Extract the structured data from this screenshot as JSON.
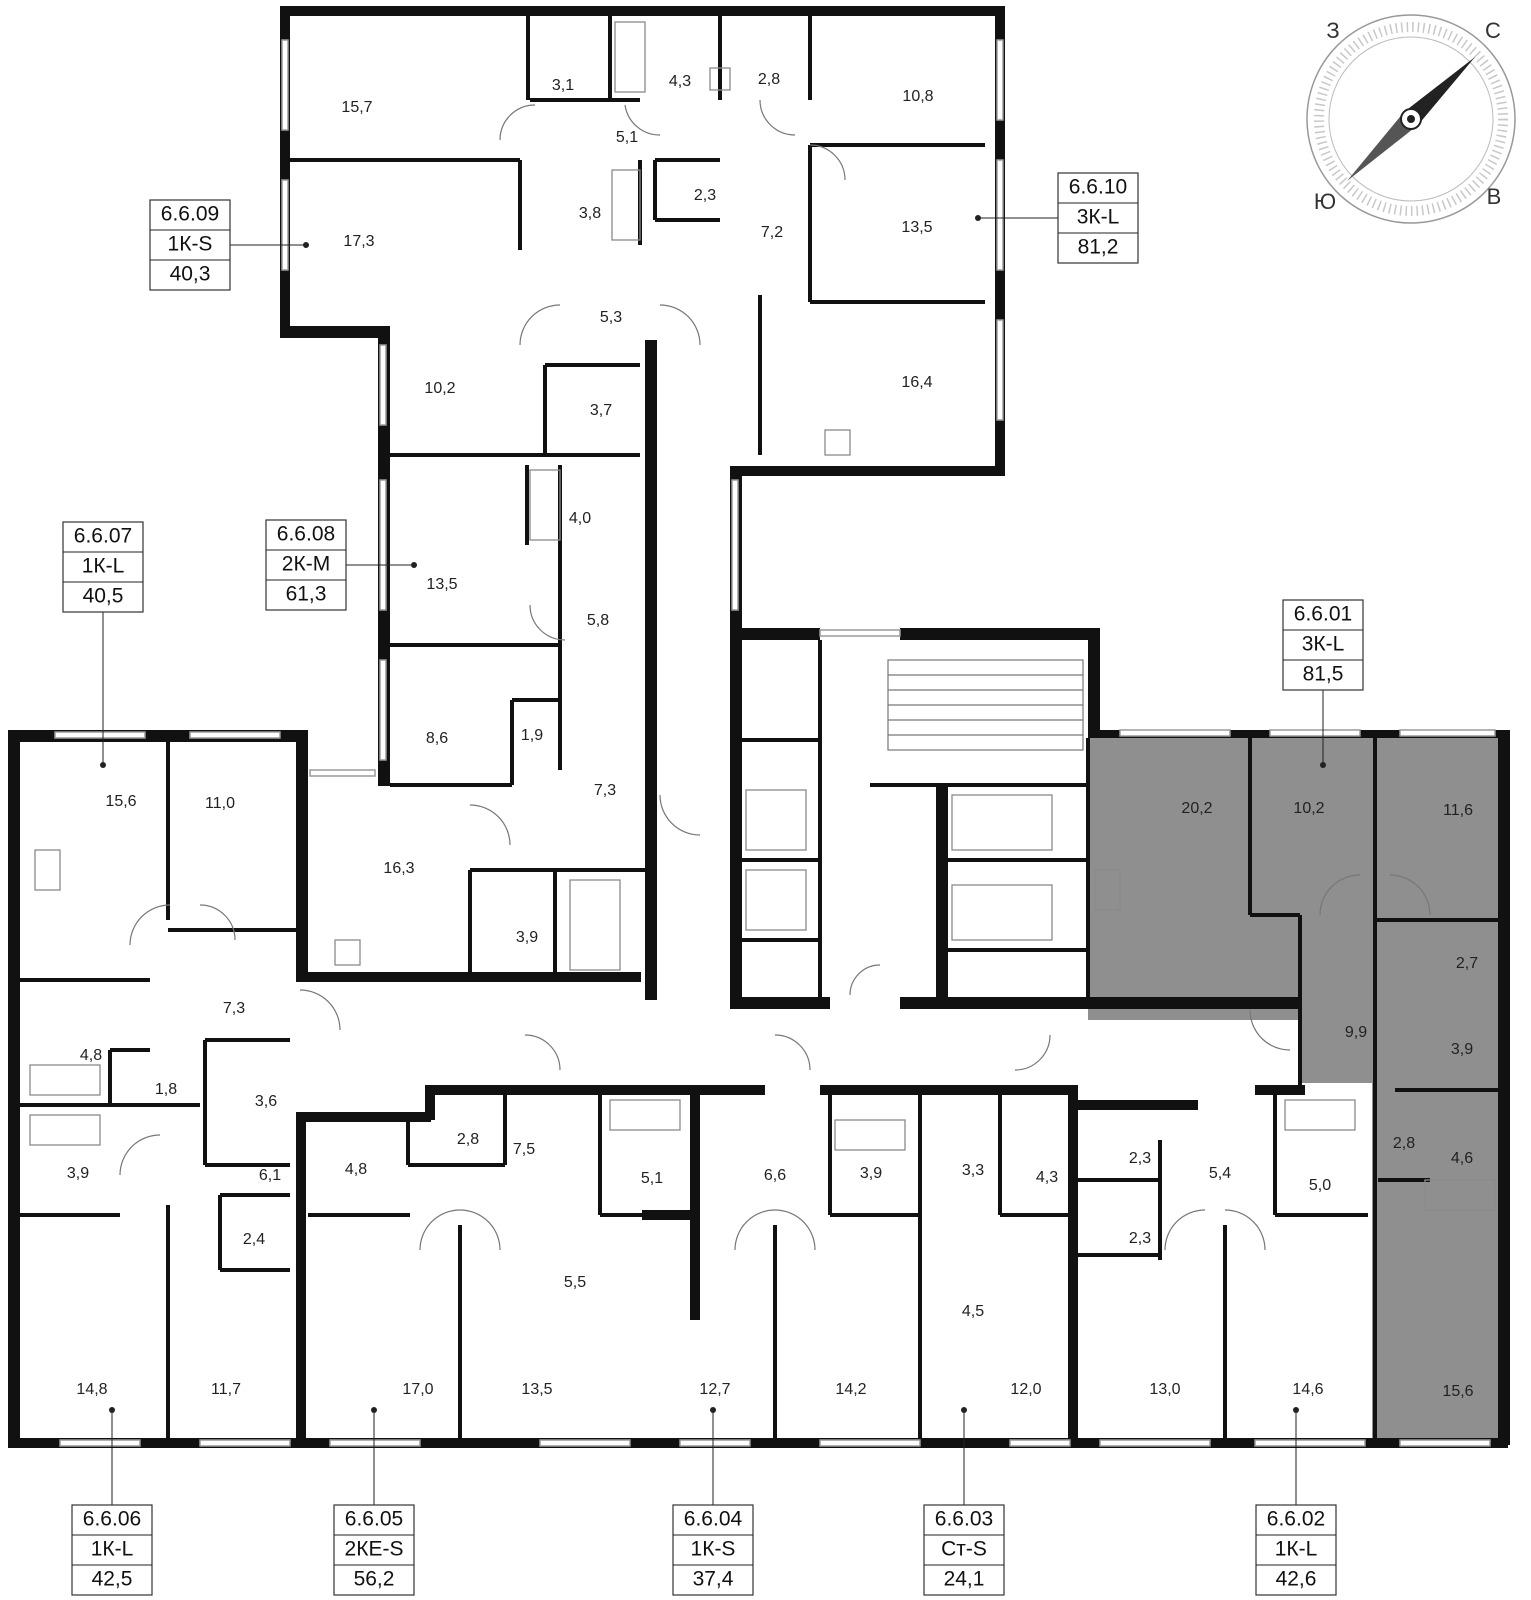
{
  "compass": {
    "north": "С",
    "east": "В",
    "south": "Ю",
    "west": "З"
  },
  "apartments": [
    {
      "id": "6.6.01",
      "type": "3К-L",
      "area": "81,5"
    },
    {
      "id": "6.6.02",
      "type": "1К-L",
      "area": "42,6"
    },
    {
      "id": "6.6.03",
      "type": "Ст-S",
      "area": "24,1"
    },
    {
      "id": "6.6.04",
      "type": "1К-S",
      "area": "37,4"
    },
    {
      "id": "6.6.05",
      "type": "2КЕ-S",
      "area": "56,2"
    },
    {
      "id": "6.6.06",
      "type": "1К-L",
      "area": "42,5"
    },
    {
      "id": "6.6.07",
      "type": "1К-L",
      "area": "40,5"
    },
    {
      "id": "6.6.08",
      "type": "2К-M",
      "area": "61,3"
    },
    {
      "id": "6.6.09",
      "type": "1К-S",
      "area": "40,3"
    },
    {
      "id": "6.6.10",
      "type": "3К-L",
      "area": "81,2"
    }
  ],
  "highlighted_apartment": "6.6.01",
  "highlight_color": "#8f8f8f",
  "rooms": [
    "15,7",
    "3,1",
    "4,3",
    "2,8",
    "10,8",
    "5,1",
    "2,3",
    "7,2",
    "13,5",
    "17,3",
    "3,8",
    "5,3",
    "16,4",
    "10,2",
    "3,7",
    "4,0",
    "13,5",
    "5,8",
    "8,6",
    "1,9",
    "7,3",
    "16,3",
    "3,9",
    "15,6",
    "11,0",
    "7,3",
    "4,8",
    "1,8",
    "3,6",
    "3,9",
    "6,1",
    "2,4",
    "14,8",
    "11,7",
    "4,8",
    "2,8",
    "7,5",
    "5,1",
    "5,5",
    "17,0",
    "13,5",
    "6,6",
    "3,9",
    "3,3",
    "4,3",
    "12,7",
    "14,2",
    "4,5",
    "12,0",
    "2,3",
    "5,4",
    "5,0",
    "2,3",
    "13,0",
    "14,6",
    "20,2",
    "10,2",
    "11,6",
    "2,7",
    "9,9",
    "3,9",
    "2,8",
    "4,6",
    "15,6"
  ]
}
